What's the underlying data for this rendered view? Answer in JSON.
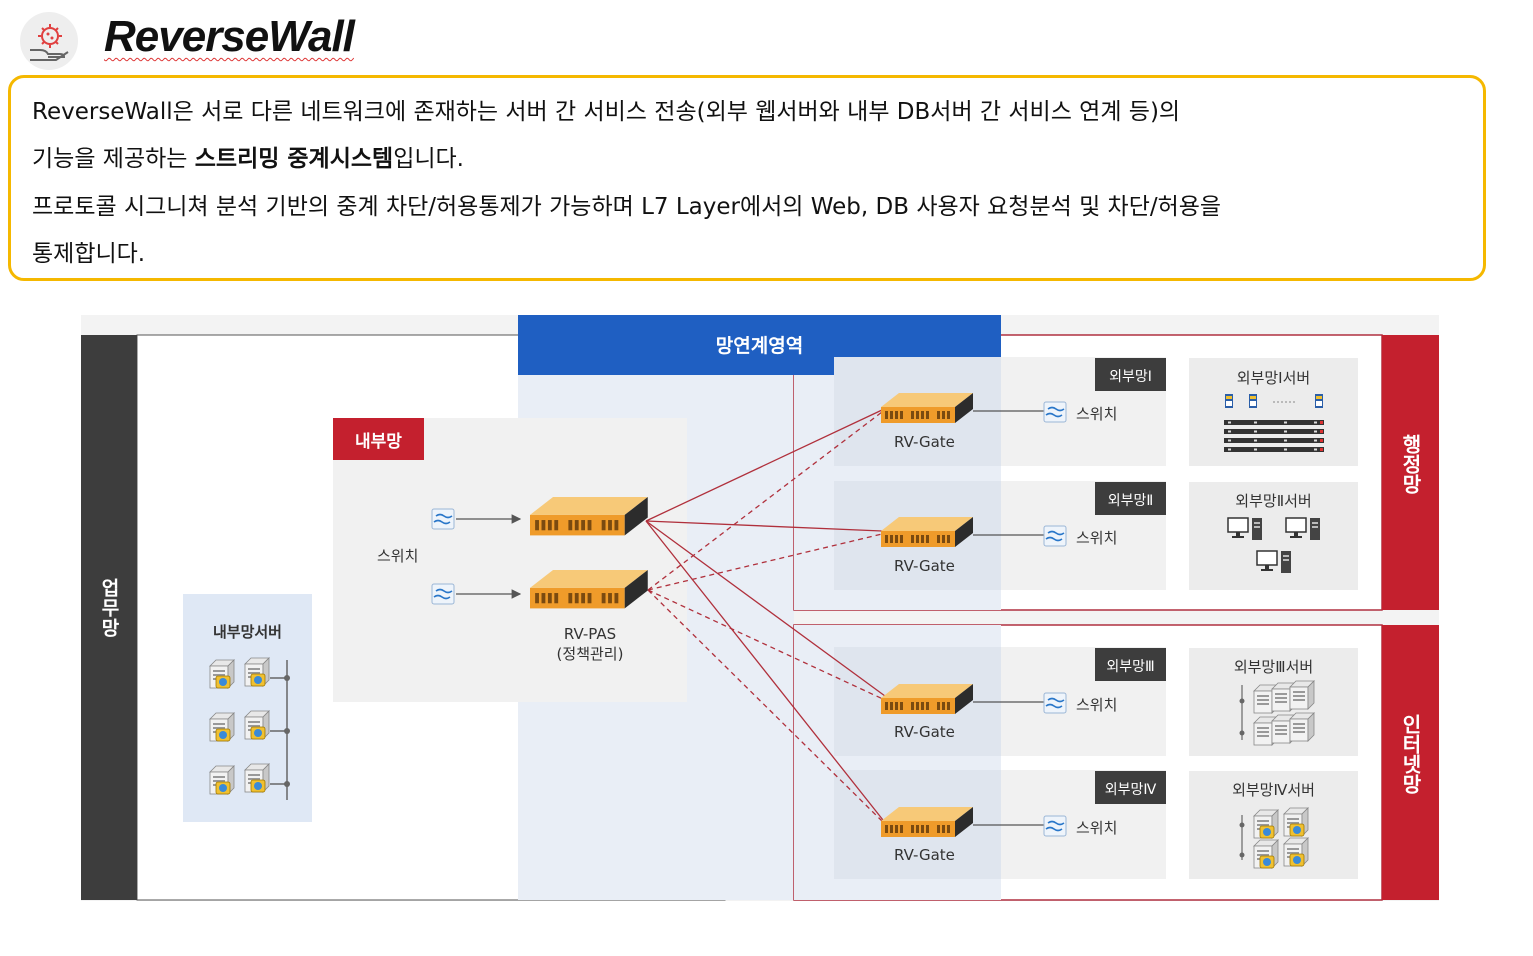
{
  "header": {
    "title": "ReverseWall",
    "icon": "hand-virus-icon"
  },
  "description": {
    "line1_a": "ReverseWall은 서로 다른 네트워크에 존재하는 서버 간 서비스 전송(외부 웹서버와 내부 DB서버 간 서비스 연계 등)의",
    "line2_a": "기능을 제공하는 ",
    "line2_bold": "스트리밍 중계시스템",
    "line2_b": "입니다.",
    "line3": "프로토콜 시그니쳐 분석 기반의 중계 차단/허용통제가 가능하며 L7 Layer에서의 Web, DB 사용자 요청분석 및 차단/허용을",
    "line4": "통제합니다.",
    "border_color": "#f5b800"
  },
  "diagram": {
    "zone_business": "업무망",
    "zone_dmz": "망연계영역",
    "zone_admin": "행정망",
    "zone_internet": "인터넷망",
    "internal_net": "내부망",
    "internal_server": "내부망서버",
    "switch": "스위치",
    "rv_pas": "RV-PAS",
    "rv_pas_sub": "(정책관리)",
    "rv_gate": "RV-Gate",
    "ext1_badge": "외부망Ⅰ",
    "ext2_badge": "외부망Ⅱ",
    "ext3_badge": "외부망Ⅲ",
    "ext4_badge": "외부망Ⅳ",
    "ext1_server": "외부망Ⅰ서버",
    "ext2_server": "외부망Ⅱ서버",
    "ext3_server": "외부망Ⅲ서버",
    "ext4_server": "외부망Ⅳ서버",
    "colors": {
      "dark_bar": "#3d3d3d",
      "red_bar": "#c4202e",
      "blue_header": "#1f5fc2",
      "device_orange": "#f0a030",
      "line_red": "#b0303c"
    }
  }
}
